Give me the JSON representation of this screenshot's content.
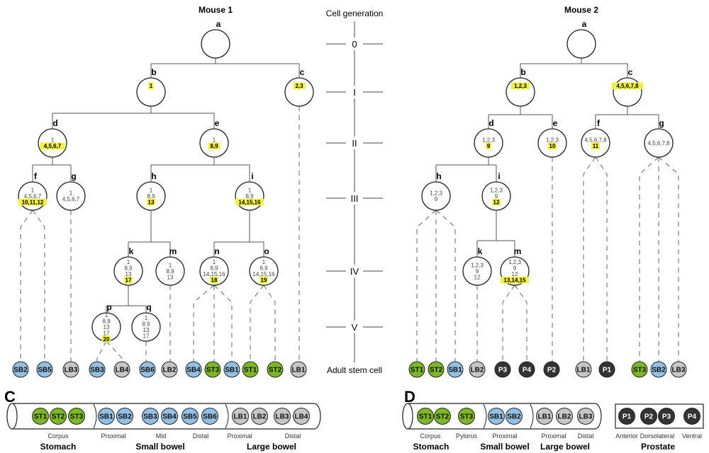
{
  "colors": {
    "ST": "#7cb724",
    "SB": "#92c0e4",
    "LB": "#c6c6c6",
    "P": "#333333",
    "highlight": "#f2f23c"
  },
  "axis": {
    "title": "Cell generation",
    "generations": [
      "0",
      "I",
      "II",
      "III",
      "IV",
      "V"
    ],
    "bottom_label": "Adult stem cell"
  },
  "mouse1": {
    "title": "Mouse 1",
    "nodes": [
      {
        "id": "a",
        "lines": [],
        "hl": ""
      },
      {
        "id": "b",
        "lines": [],
        "hl": "1"
      },
      {
        "id": "c",
        "lines": [],
        "hl": "2,3"
      },
      {
        "id": "d",
        "lines": [
          "1"
        ],
        "hl": "4,5,6,7"
      },
      {
        "id": "e",
        "lines": [
          "1"
        ],
        "hl": "8,9"
      },
      {
        "id": "f",
        "lines": [
          "1",
          "4,5,6,7"
        ],
        "hl": "10,11,12"
      },
      {
        "id": "g",
        "lines": [
          "1",
          "4,5,6,7"
        ],
        "hl": ""
      },
      {
        "id": "h",
        "lines": [
          "1",
          "8,9"
        ],
        "hl": "13"
      },
      {
        "id": "i",
        "lines": [
          "1",
          "8,9"
        ],
        "hl": "14,15,16"
      },
      {
        "id": "k",
        "lines": [
          "1",
          "8,9",
          "13"
        ],
        "hl": "17"
      },
      {
        "id": "m",
        "lines": [
          "1",
          "8,9",
          "13"
        ],
        "hl": ""
      },
      {
        "id": "n",
        "lines": [
          "1",
          "8,9",
          "14,15,16"
        ],
        "hl": "18"
      },
      {
        "id": "o",
        "lines": [
          "1",
          "8,9",
          "14,15,16"
        ],
        "hl": "19"
      },
      {
        "id": "p",
        "lines": [
          "1",
          "8,9",
          "13",
          "17"
        ],
        "hl": "20"
      },
      {
        "id": "q",
        "lines": [
          "1",
          "8,9",
          "13",
          "17"
        ],
        "hl": ""
      }
    ],
    "leaves": [
      {
        "label": "SB2",
        "type": "SB",
        "parent": "f"
      },
      {
        "label": "SB5",
        "type": "SB",
        "parent": "f"
      },
      {
        "label": "LB3",
        "type": "LB",
        "parent": "g"
      },
      {
        "label": "SB3",
        "type": "SB",
        "parent": "p"
      },
      {
        "label": "LB4",
        "type": "LB",
        "parent": "p"
      },
      {
        "label": "SB6",
        "type": "SB",
        "parent": "q"
      },
      {
        "label": "LB2",
        "type": "LB",
        "parent": "m"
      },
      {
        "label": "SB4",
        "type": "SB",
        "parent": "n"
      },
      {
        "label": "ST3",
        "type": "ST",
        "parent": "n"
      },
      {
        "label": "SB1",
        "type": "SB",
        "parent": "n"
      },
      {
        "label": "ST1",
        "type": "ST",
        "parent": "o"
      },
      {
        "label": "ST2",
        "type": "ST",
        "parent": "o"
      },
      {
        "label": "LB1",
        "type": "LB",
        "parent": "c"
      }
    ]
  },
  "mouse2": {
    "title": "Mouse 2",
    "nodes": [
      {
        "id": "a",
        "lines": [],
        "hl": ""
      },
      {
        "id": "b",
        "lines": [],
        "hl": "1,2,3"
      },
      {
        "id": "c",
        "lines": [],
        "hl": "4,5,6,7,8"
      },
      {
        "id": "d",
        "lines": [
          "1,2,3"
        ],
        "hl": "9"
      },
      {
        "id": "e",
        "lines": [
          "1,2,3"
        ],
        "hl": "10"
      },
      {
        "id": "f",
        "lines": [
          "4,5,6,7,8"
        ],
        "hl": "11"
      },
      {
        "id": "g",
        "lines": [
          "4,5,6,7,8"
        ],
        "hl": ""
      },
      {
        "id": "h",
        "lines": [
          "1,2,3",
          "9"
        ],
        "hl": ""
      },
      {
        "id": "i",
        "lines": [
          "1,2,3",
          "9"
        ],
        "hl": "12"
      },
      {
        "id": "k",
        "lines": [
          "1,2,3",
          "9",
          "12"
        ],
        "hl": ""
      },
      {
        "id": "m",
        "lines": [
          "1,2,3",
          "9",
          "12"
        ],
        "hl": "13,14,15"
      }
    ],
    "leaves": [
      {
        "label": "ST1",
        "type": "ST",
        "parent": "h"
      },
      {
        "label": "ST2",
        "type": "ST",
        "parent": "h"
      },
      {
        "label": "SB1",
        "type": "SB",
        "parent": "h"
      },
      {
        "label": "LB2",
        "type": "LB",
        "parent": "k"
      },
      {
        "label": "P3",
        "type": "P",
        "parent": "m"
      },
      {
        "label": "P4",
        "type": "P",
        "parent": "m"
      },
      {
        "label": "P2",
        "type": "P",
        "parent": "e"
      },
      {
        "label": "LB1",
        "type": "LB",
        "parent": "f"
      },
      {
        "label": "P1",
        "type": "P",
        "parent": "f"
      },
      {
        "label": "ST3",
        "type": "ST",
        "parent": "g"
      },
      {
        "label": "SB2",
        "type": "SB",
        "parent": "g"
      },
      {
        "label": "LB3",
        "type": "LB",
        "parent": "g"
      }
    ]
  },
  "panel_c": {
    "letter": "C",
    "cells": [
      {
        "label": "ST1",
        "type": "ST"
      },
      {
        "label": "ST2",
        "type": "ST"
      },
      {
        "label": "ST3",
        "type": "ST"
      },
      {
        "label": "SB1",
        "type": "SB"
      },
      {
        "label": "SB2",
        "type": "SB"
      },
      {
        "label": "SB3",
        "type": "SB"
      },
      {
        "label": "SB4",
        "type": "SB"
      },
      {
        "label": "SB5",
        "type": "SB"
      },
      {
        "label": "SB6",
        "type": "SB"
      },
      {
        "label": "LB1",
        "type": "LB"
      },
      {
        "label": "LB2",
        "type": "LB"
      },
      {
        "label": "LB3",
        "type": "LB"
      },
      {
        "label": "LB4",
        "type": "LB"
      }
    ],
    "sublabels": [
      "Corpus",
      "Proximal",
      "Mid",
      "Distal",
      "Proximal",
      "Distal"
    ],
    "groups": [
      "Stomach",
      "Small bowel",
      "Large bowel"
    ]
  },
  "panel_d": {
    "letter": "D",
    "cells": [
      {
        "label": "ST1",
        "type": "ST"
      },
      {
        "label": "ST2",
        "type": "ST"
      },
      {
        "label": "ST3",
        "type": "ST"
      },
      {
        "label": "SB1",
        "type": "SB"
      },
      {
        "label": "SB2",
        "type": "SB"
      },
      {
        "label": "LB1",
        "type": "LB"
      },
      {
        "label": "LB2",
        "type": "LB"
      },
      {
        "label": "LB3",
        "type": "LB"
      },
      {
        "label": "P1",
        "type": "P"
      },
      {
        "label": "P2",
        "type": "P"
      },
      {
        "label": "P3",
        "type": "P"
      },
      {
        "label": "P4",
        "type": "P"
      }
    ],
    "sublabels": [
      "Corpus",
      "Pylorus",
      "Proximal",
      "Proximal",
      "Distal",
      "Anterior",
      "Dorsolateral",
      "Ventral"
    ],
    "groups": [
      "Stomach",
      "Small bowel",
      "Large bowel",
      "Prostate"
    ]
  }
}
